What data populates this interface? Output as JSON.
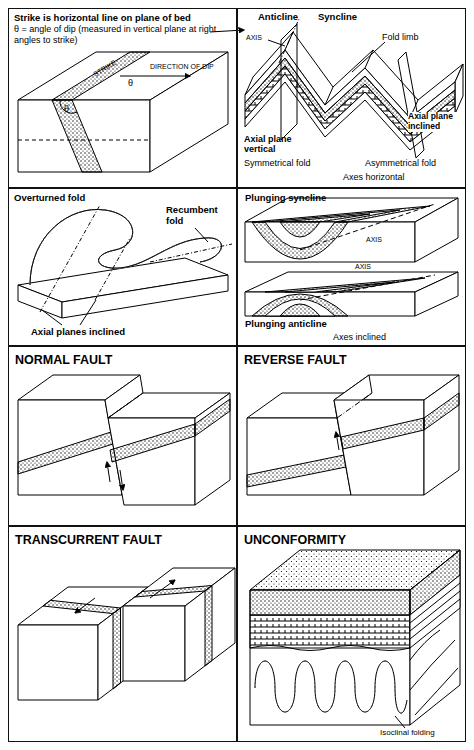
{
  "diagram": {
    "nodes": [
      {
        "text": [
          "Strike is horizontal line on plane of bed",
          "θ = angle of dip (measured in vertical plane at right angles to strike)"
        ]
      },
      {
        "text": [
          "Axes horizontal"
        ]
      },
      {
        "text": [
          "Axial planes inclined"
        ]
      },
      {
        "text": [
          "Axes inclined"
        ]
      },
      {
        "text": [
          "NORMAL FAULT"
        ]
      },
      {
        "text": [
          "REVERSE FAULT"
        ]
      },
      {
        "text": [
          "TRANSCURRENT FAULT"
        ]
      },
      {
        "text": [
          "UNCONFORMITY"
        ]
      }
    ],
    "labels": [
      "DIRECTION OF DIP",
      "STRIKE",
      "θ",
      "θ",
      "Anticline",
      "Syncline",
      "AXIS",
      "Fold limb",
      "Axial plane vertical",
      "Symmetrical fold",
      "Axial plane inclined",
      "Asymmetrical fold",
      "Overturned fold",
      "Recumbent fold",
      "Plunging syncline",
      "AXIS",
      "AXIS",
      "Plunging anticline",
      "Isoclinal folding"
    ]
  }
}
